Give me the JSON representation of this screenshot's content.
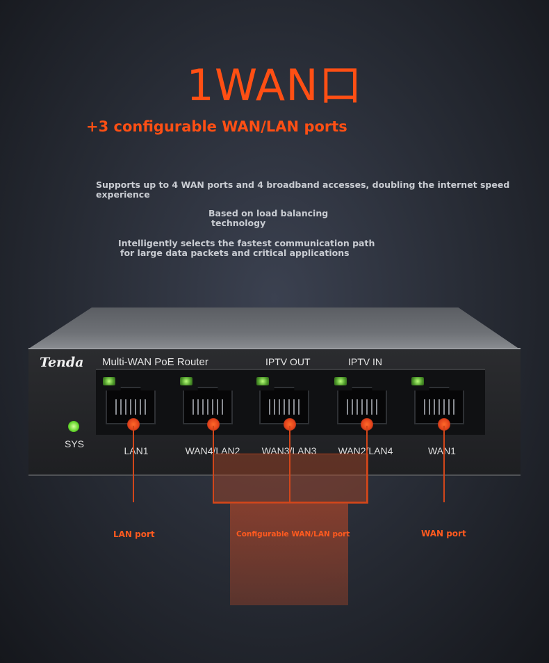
{
  "hero": {
    "headline": "1WAN口",
    "subheadline": "+3 configurable WAN/LAN ports",
    "line1": "Supports up to 4 WAN ports and 4 broadband accesses, doubling the internet speed experience",
    "line2a": "Based on load balancing",
    "line2b": "technology",
    "line3a": "Intelligently selects the fastest communication path",
    "line3b": "for large data packets and critical applications"
  },
  "router": {
    "brand": "Tenda",
    "model": "Multi-WAN PoE Router",
    "iptv_out": "IPTV OUT",
    "iptv_in": "IPTV IN",
    "sys": "SYS",
    "ports": [
      "LAN1",
      "WAN4/LAN2",
      "WAN3/LAN3",
      "WAN2/LAN4",
      "WAN1"
    ]
  },
  "captions": {
    "lan": "LAN port",
    "configurable": "Configurable WAN/LAN port",
    "wan": "WAN port"
  },
  "colors": {
    "accent": "#ff4f14",
    "led_green": "#63d52c"
  }
}
